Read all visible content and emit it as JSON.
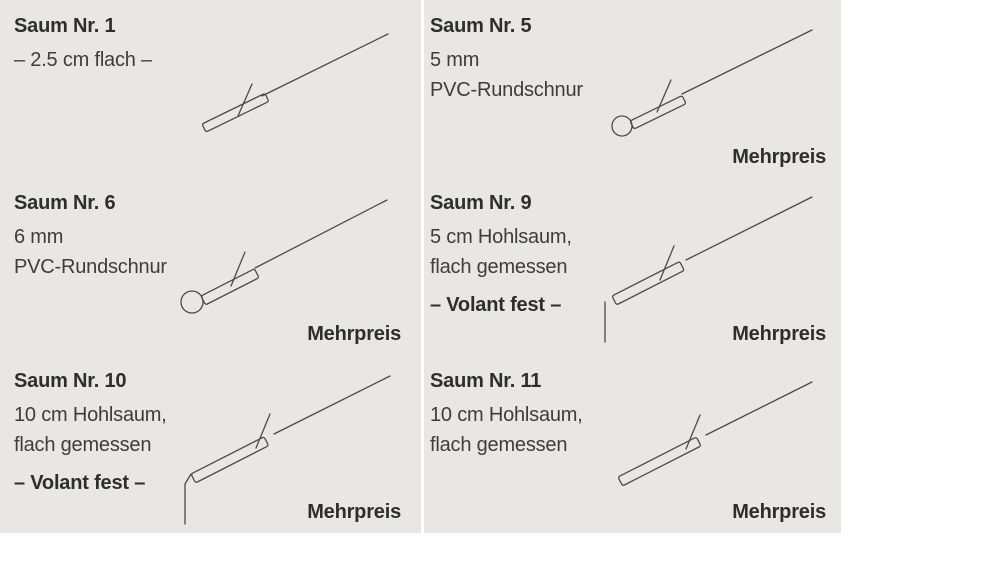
{
  "page": {
    "panel_color": "#e8e7e5",
    "line_color": "#4a4a4a",
    "text_color": "#3c3c3c"
  },
  "cells": [
    {
      "title": "Saum Nr. 1",
      "line1": "– 2.5 cm flach –",
      "drawing": "flat-hem-drawing"
    },
    {
      "title": "Saum Nr. 5",
      "line1": "5 mm",
      "line2": "PVC-Rundschnur",
      "mehrpreis": "Mehrpreis",
      "drawing": "cord-hem-drawing"
    },
    {
      "title": "Saum Nr. 6",
      "line1": "6 mm",
      "line2": "PVC-Rundschnur",
      "mehrpreis": "Mehrpreis",
      "drawing": "cord-hem-drawing"
    },
    {
      "title": "Saum Nr. 9",
      "line1": "5 cm Hohlsaum,",
      "line2": "flach gemessen",
      "note": "– Volant fest –",
      "mehrpreis": "Mehrpreis",
      "drawing": "hollow-hem-drawing"
    },
    {
      "title": "Saum Nr. 10",
      "line1": "10 cm Hohlsaum,",
      "line2": "flach gemessen",
      "note": "– Volant fest –",
      "mehrpreis": "Mehrpreis",
      "drawing": "hollow-hem-volant-drawing"
    },
    {
      "title": "Saum Nr. 11",
      "line1": "10 cm Hohlsaum,",
      "line2": "flach gemessen",
      "mehrpreis": "Mehrpreis",
      "drawing": "hollow-hem-drawing"
    }
  ]
}
